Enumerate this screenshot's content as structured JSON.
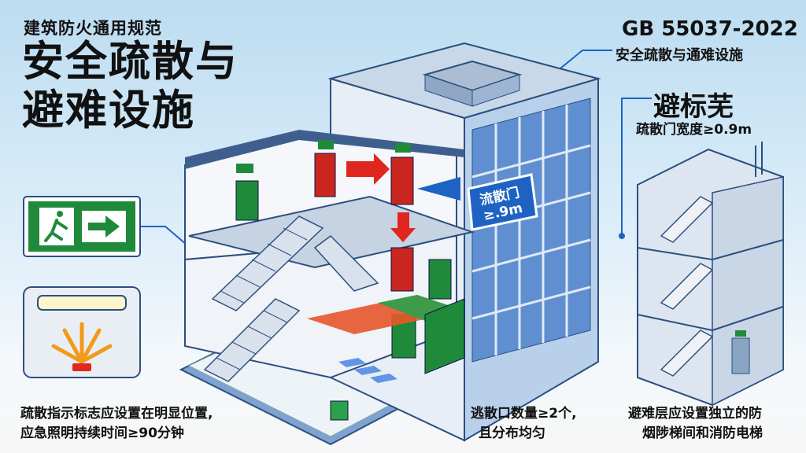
{
  "header": {
    "subtitle": "建筑防火通用规范",
    "title_line1": "安全疏散与",
    "title_line2": "避难设施"
  },
  "code_label": {
    "code": "GB 55037-2022",
    "description": "安全疏散与通难设施"
  },
  "right_panel": {
    "title": "避标芜",
    "subtitle": "疏散门宽度≥0.9m"
  },
  "door_sign": {
    "line1": "流散门",
    "line2": "≥.9m"
  },
  "notes": {
    "left_line1": "疏散指示标志应设置在明显位置,",
    "left_line2": "应急照明持续时间≥90分钟",
    "middle_line1": "逃散口数量≥2个,",
    "middle_line2": "且分布均匀",
    "right_line1": "避难层应设置独立的防",
    "right_line2": "烟陟梯间和消防电梯"
  },
  "colors": {
    "exit_green": "#1f8a3a",
    "door_red": "#c8261e",
    "callout_blue": "#1e63c4",
    "building_blue": "#9fbde0"
  },
  "icons": [
    "exit-sign-icon",
    "running-man-icon",
    "arrow-right-icon",
    "emergency-light-icon"
  ]
}
